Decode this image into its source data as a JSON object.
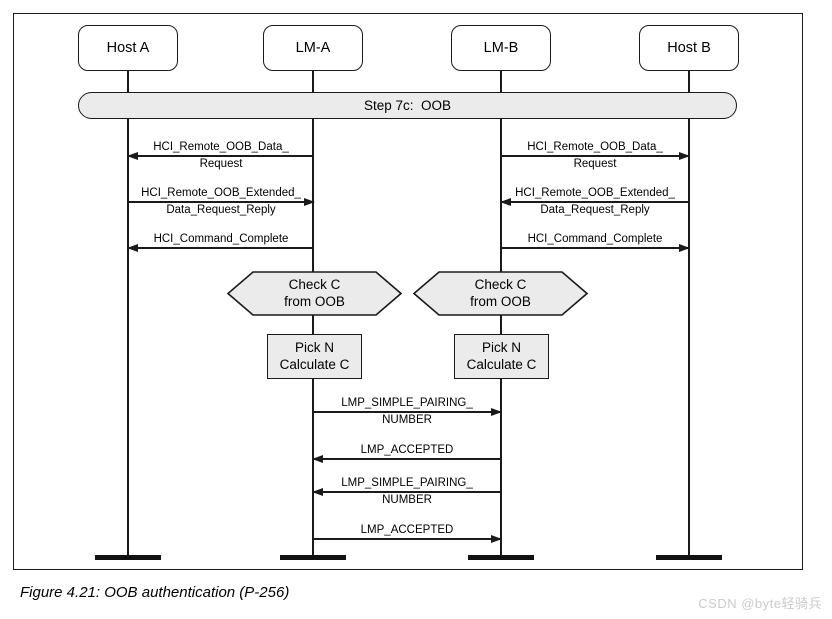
{
  "diagram": {
    "actors": [
      {
        "id": "host-a",
        "label": "Host A"
      },
      {
        "id": "lm-a",
        "label": "LM-A"
      },
      {
        "id": "lm-b",
        "label": "LM-B"
      },
      {
        "id": "host-b",
        "label": "Host B"
      }
    ],
    "banner": {
      "label": "Step 7c:  OOB"
    },
    "messages": [
      {
        "from": "LM-A",
        "to": "Host A",
        "direction": "left",
        "line1": "HCI_Remote_OOB_Data_",
        "line2": "Request"
      },
      {
        "from": "Host A",
        "to": "LM-A",
        "direction": "right",
        "line1": "HCI_Remote_OOB_Extended_",
        "line2": "Data_Request_Reply"
      },
      {
        "from": "LM-A",
        "to": "Host A",
        "direction": "left",
        "line1": "HCI_Command_Complete"
      },
      {
        "from": "LM-B",
        "to": "Host B",
        "direction": "right",
        "line1": "HCI_Remote_OOB_Data_",
        "line2": "Request"
      },
      {
        "from": "Host B",
        "to": "LM-B",
        "direction": "left",
        "line1": "HCI_Remote_OOB_Extended_",
        "line2": "Data_Request_Reply"
      },
      {
        "from": "LM-B",
        "to": "Host B",
        "direction": "right",
        "line1": "HCI_Command_Complete"
      },
      {
        "from": "LM-A",
        "to": "LM-B",
        "direction": "right",
        "line1": "LMP_SIMPLE_PAIRING_",
        "line2": "NUMBER"
      },
      {
        "from": "LM-B",
        "to": "LM-A",
        "direction": "left",
        "line1": "LMP_ACCEPTED"
      },
      {
        "from": "LM-B",
        "to": "LM-A",
        "direction": "left",
        "line1": "LMP_SIMPLE_PAIRING_",
        "line2": "NUMBER"
      },
      {
        "from": "LM-A",
        "to": "LM-B",
        "direction": "right",
        "line1": "LMP_ACCEPTED"
      }
    ],
    "decisions": [
      {
        "on": "LM-A",
        "line1": "Check C",
        "line2": "from OOB"
      },
      {
        "on": "LM-B",
        "line1": "Check C",
        "line2": "from OOB"
      }
    ],
    "processes": [
      {
        "on": "LM-A",
        "line1": "Pick N",
        "line2": "Calculate C"
      },
      {
        "on": "LM-B",
        "line1": "Pick N",
        "line2": "Calculate C"
      }
    ]
  },
  "caption": "Figure 4.21: OOB authentication (P-256)",
  "watermark": "CSDN @byte轻骑兵",
  "colors": {
    "shape_fill": "#ebebeb",
    "line": "#1a1a1a",
    "watermark": "#cbcbcb",
    "background": "#ffffff"
  }
}
